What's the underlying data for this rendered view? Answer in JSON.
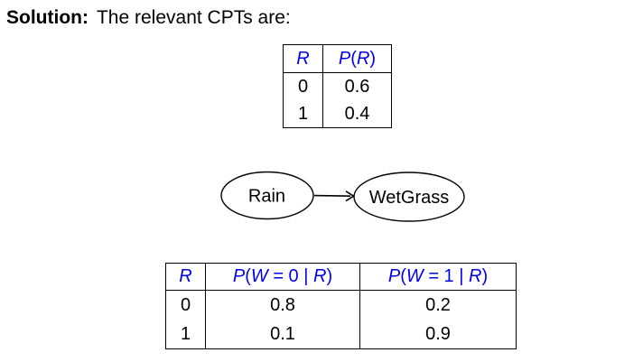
{
  "colors": {
    "accent_blue": "#0000ee",
    "text_black": "#000000",
    "background": "#ffffff"
  },
  "title": {
    "lead": "Solution:",
    "rest": "The relevant CPTs are:"
  },
  "prior_table": {
    "col_headers": [
      [
        {
          "t": "R",
          "i": true
        }
      ],
      [
        {
          "t": "P",
          "i": true
        },
        {
          "t": "(",
          "i": false
        },
        {
          "t": "R",
          "i": true
        },
        {
          "t": ")",
          "i": false
        }
      ]
    ],
    "rows": [
      [
        "0",
        "0.6"
      ],
      [
        "1",
        "0.4"
      ]
    ]
  },
  "diagram": {
    "nodes": [
      {
        "id": "rain",
        "label": "Rain"
      },
      {
        "id": "wetgrass",
        "label": "WetGrass"
      }
    ]
  },
  "cpt_table": {
    "col_headers": [
      [
        {
          "t": "R",
          "i": true
        }
      ],
      [
        {
          "t": "P",
          "i": true
        },
        {
          "t": "(",
          "i": false
        },
        {
          "t": "W",
          "i": true
        },
        {
          "t": " = 0 | ",
          "i": false
        },
        {
          "t": "R",
          "i": true
        },
        {
          "t": ")",
          "i": false
        }
      ],
      [
        {
          "t": "P",
          "i": true
        },
        {
          "t": "(",
          "i": false
        },
        {
          "t": "W",
          "i": true
        },
        {
          "t": " = 1 | ",
          "i": false
        },
        {
          "t": "R",
          "i": true
        },
        {
          "t": ")",
          "i": false
        }
      ]
    ],
    "rows": [
      [
        "0",
        "0.8",
        "0.2"
      ],
      [
        "1",
        "0.1",
        "0.9"
      ]
    ]
  }
}
